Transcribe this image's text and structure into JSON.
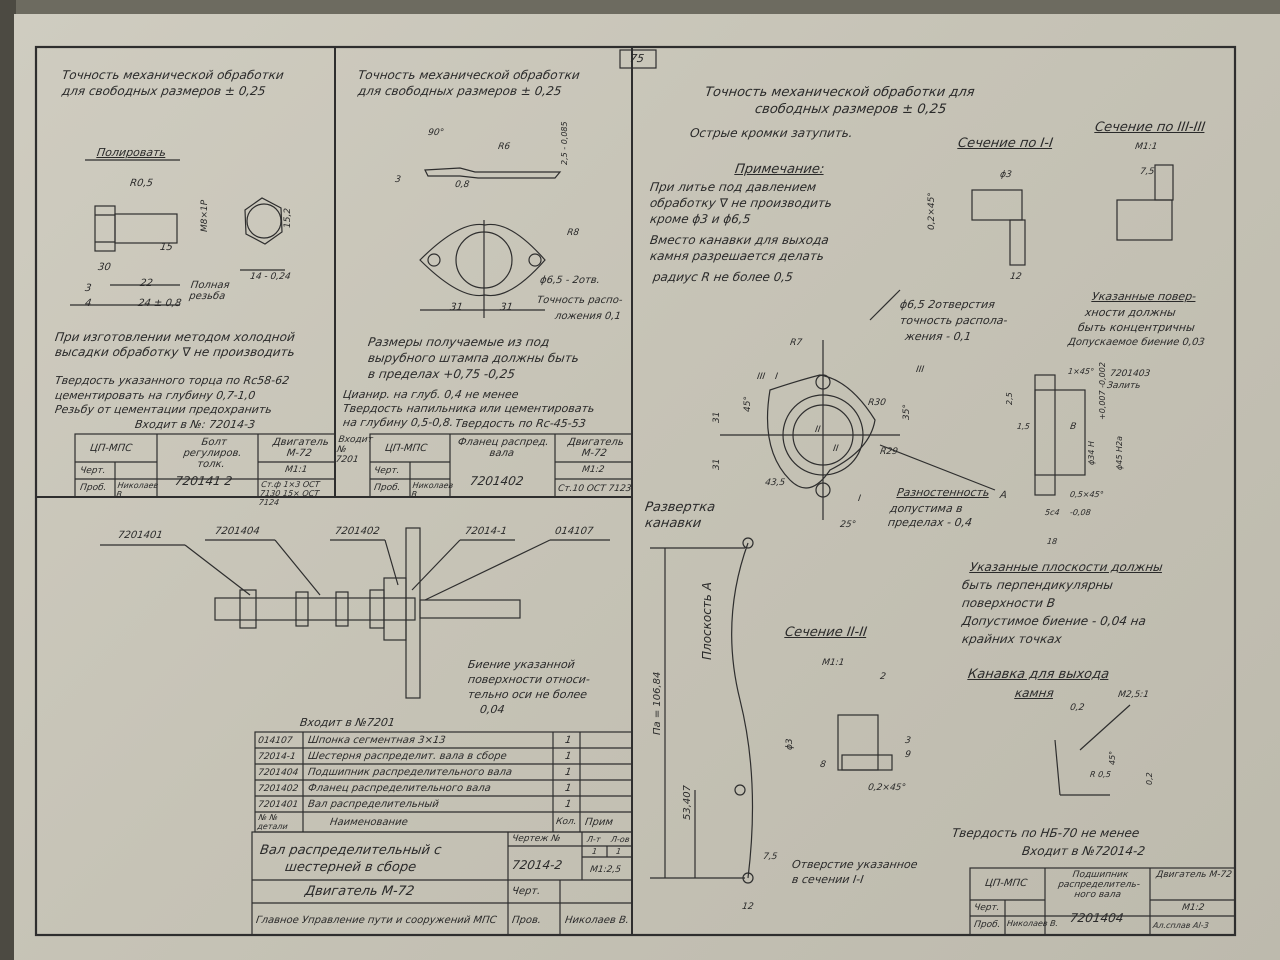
{
  "sheet": {
    "page_number": "75"
  },
  "bolt": {
    "header1": "Точность механической обработки",
    "header2": "для свободных размеров ± 0,25",
    "polish": "Полировать",
    "r": "R0,5",
    "dims": [
      "22",
      "24 ± 0,8",
      "4",
      "3",
      "30",
      "15",
      "М8×1Р",
      "15,2",
      "14 - 0,24"
    ],
    "full_thread": "Полная резьба",
    "note1": "При изготовлении методом холодной",
    "note2": "высадки обработку ∇ не производить",
    "note3": "Твердость указанного торца по Rc58-62",
    "note4": "цементировать на глубину 0,7-1,0",
    "note5": "Резьбу от цементации предохранить",
    "enters": "Входит в №: 72014-3",
    "title_block": {
      "org": "ЦП-МПС",
      "name": "Болт регулиров. толк.",
      "engine": "Двигатель М-72",
      "drawn": "Черт.",
      "checked": "Проб.",
      "checker": "Николаев В.",
      "number": "720141 2",
      "scale": "М1:1",
      "material": "Ст.ф 1×3 ОСТ 7130 15× ОСТ 7124"
    }
  },
  "flange": {
    "header1": "Точность механической обработки",
    "header2": "для свободных размеров ± 0,25",
    "dims": [
      "90°",
      "R6",
      "3",
      "0,8",
      "2,5 - 0,085",
      "R8",
      "ϕ6,5 - 2отв.",
      "31",
      "31"
    ],
    "pos_tol1": "Точность распо-",
    "pos_tol2": "ложения 0,1",
    "note1": "Размеры получаемые из под",
    "note2": "вырубного штампа должны быть",
    "note3": "в пределах +0,75 -0,25",
    "note4": "Цианир. на глуб. 0,4 не менее",
    "note5": "Твердость напильника или цементировать",
    "note6": "на глубину 0,5-0,8.",
    "hardness": "Твердость по Rc-45-53",
    "enters": "Входит № 7201",
    "title_block": {
      "org": "ЦП-МПС",
      "name": "Фланец распред. вала",
      "engine": "Двигатель М-72",
      "drawn": "Черт.",
      "checked": "Проб.",
      "checker": "Николаев В.",
      "number": "7201402",
      "scale": "М1:2",
      "material": "Ст.10 ОСТ 7123"
    }
  },
  "assembly": {
    "callouts": [
      "7201401",
      "7201404",
      "7201402",
      "72014-1",
      "014107"
    ],
    "runout1": "Биение указанной",
    "runout2": "поверхности относи-",
    "runout3": "тельно оси не более",
    "runout4": "0,04",
    "enters": "Входит в №7201",
    "parts": [
      {
        "no": "014107",
        "name": "Шпонка сегментная 3×13",
        "qty": "1",
        "note": ""
      },
      {
        "no": "72014-1",
        "name": "Шестерня распределит. вала в сборе",
        "qty": "1",
        "note": ""
      },
      {
        "no": "7201404",
        "name": "Подшипник распределительного вала",
        "qty": "1",
        "note": ""
      },
      {
        "no": "7201402",
        "name": "Фланец распределительного вала",
        "qty": "1",
        "note": ""
      },
      {
        "no": "7201401",
        "name": "Вал распределительный",
        "qty": "1",
        "note": ""
      }
    ],
    "headers": {
      "no": "№ № детали",
      "name": "Наименование",
      "qty": "Кол.",
      "note": "Прим"
    },
    "title_block": {
      "title1": "Вал распределительный с",
      "title2": "шестерней в сборе",
      "engine": "Двигатель М-72",
      "org": "Главное Управление пути и сооружений МПС",
      "drawing_no_label": "Чертеж №",
      "drawing_no": "72014-2",
      "sheet_label": "Л-т",
      "sheets_label": "Л-ов",
      "sheet": "1",
      "sheets": "1",
      "scale": "М1:2,5",
      "drawn": "Черт.",
      "checked": "Пров.",
      "checker": "Николаев В."
    }
  },
  "bearing": {
    "header1": "Точность механической обработки для",
    "header2": "свободных размеров ± 0,25",
    "sharp": "Острые кромки затупить.",
    "note_title": "Примечание:",
    "note1": "При литье под давлением",
    "note2": "обработку ∇ не производить",
    "note3": "кроме ϕ3 и ϕ6,5",
    "note4": "Вместо канавки для выхода",
    "note5": "камня разрешается делать",
    "note6": "радиус R не более 0,5",
    "sec1": "Сечение по I-I",
    "sec1_dims": [
      "ϕ3",
      "0,2×45°",
      "12"
    ],
    "sec3": "Сечение по III-III",
    "sec3_scale": "М1:1",
    "sec3_dims": [
      "7,5"
    ],
    "holes1": "ϕ6,5 2отверстия",
    "holes2": "точность распола-",
    "holes3": "жения - 0,1",
    "conc1": "Указанные повер-",
    "conc2": "хности должны",
    "conc3": "быть концентричны",
    "conc4": "Допускаемое биение 0,03",
    "main_dims": [
      "R7",
      "45°",
      "31",
      "31",
      "43,5",
      "R30",
      "35°",
      "R29",
      "25°",
      "III",
      "III",
      "I",
      "I",
      "II",
      "II"
    ],
    "side_dims": [
      "1×45°",
      "7201403",
      "Залить",
      "2,5",
      "1,5",
      "В",
      "ϕ34 Н",
      "ϕ45 Н2а",
      "+0,007 -0,002",
      "0,5×45°",
      "5с4",
      "-0,08",
      "18",
      "А"
    ],
    "wall1": "Разностенность",
    "wall2": "допустима в",
    "wall3": "пределах - 0,4",
    "perp1": "Указанные плоскости должны",
    "perp2": "быть перпендикулярны",
    "perp3": "поверхности В",
    "perp4": "Допустимое биение - 0,04 на",
    "perp5": "крайних точках",
    "groove_title1": "Разверткa",
    "groove_title2": "канавки",
    "plane": "Плоскость А",
    "groove_dims": [
      "Па = 106,84",
      "53,407",
      "7,5",
      "12"
    ],
    "hole_note1": "Отверстие указанное",
    "hole_note2": "в сечении I-I",
    "sec2": "Сечение II-II",
    "sec2_scale": "М1:1",
    "sec2_dims": [
      "2",
      "ϕ3",
      "8",
      "3",
      "9",
      "0,2×45°"
    ],
    "stone1": "Канавка для выхода",
    "stone2": "камня",
    "stone_scale": "М2,5:1",
    "stone_dims": [
      "0,2",
      "R 0,5",
      "45°",
      "0,2"
    ],
    "hardness": "Твердость по НБ-70 не менее",
    "enters": "Входит в №72014-2",
    "title_block": {
      "org": "ЦП-МПС",
      "name": "Подшипник распределитель-ного вала",
      "engine": "Двигатель М-72",
      "drawn": "Черт.",
      "checked": "Проб.",
      "checker": "Николаев В.",
      "number": "7201404",
      "scale": "М1:2",
      "material": "Ал.сплав Al-3"
    }
  }
}
